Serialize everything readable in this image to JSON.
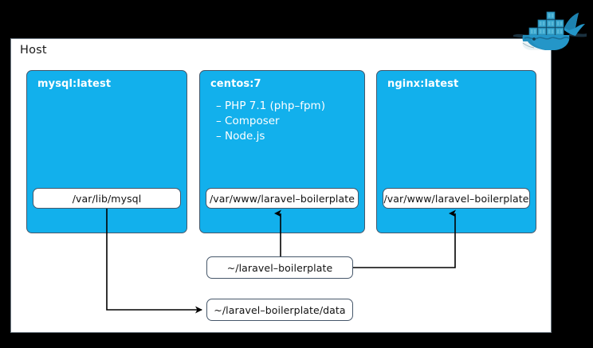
{
  "diagram": {
    "title": "Docker host containers and volume mounts",
    "host": {
      "label": "Host"
    },
    "colors": {
      "container_fill": "#12b0ec",
      "container_border": "#46576a",
      "panel_bg": "#ffffff",
      "page_bg": "#000000",
      "text_on_container": "#ffffff",
      "text_dark": "#111111",
      "connector": "#000000"
    },
    "containers": [
      {
        "name": "mysql-container",
        "title": "mysql:latest",
        "features": [],
        "volume": {
          "name": "mysql-volume-chip",
          "path": "/var/lib/mysql"
        }
      },
      {
        "name": "centos-container",
        "title": "centos:7",
        "features": [
          "– PHP 7.1 (php–fpm)",
          "– Composer",
          "– Node.js"
        ],
        "volume": {
          "name": "centos-volume-chip",
          "path": "/var/www/laravel–boilerplate"
        }
      },
      {
        "name": "nginx-container",
        "title": "nginx:latest",
        "features": [],
        "volume": {
          "name": "nginx-volume-chip",
          "path": "/var/www/laravel–boilerplate"
        }
      }
    ],
    "host_paths": [
      {
        "name": "host-source-chip",
        "label": "~/laravel–boilerplate"
      },
      {
        "name": "host-data-chip",
        "label": "~/laravel–boilerplate/data"
      }
    ],
    "logo": {
      "name": "docker-whale-logo",
      "alt": "Docker whale"
    }
  }
}
